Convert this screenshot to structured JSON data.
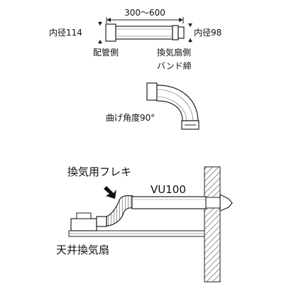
{
  "duct_spec": {
    "length_range": "300～600",
    "inner_diameter_left": "内径114",
    "inner_diameter_right": "内径98",
    "left_side_label": "配管側",
    "right_side_label_line1": "換気扇側",
    "right_side_label_line2": "バンド締"
  },
  "bend": {
    "angle_label": "曲げ角度90°"
  },
  "installation": {
    "flex_label": "換気用フレキ",
    "pipe_label": "VU100",
    "fan_label": "天井換気扇"
  }
}
